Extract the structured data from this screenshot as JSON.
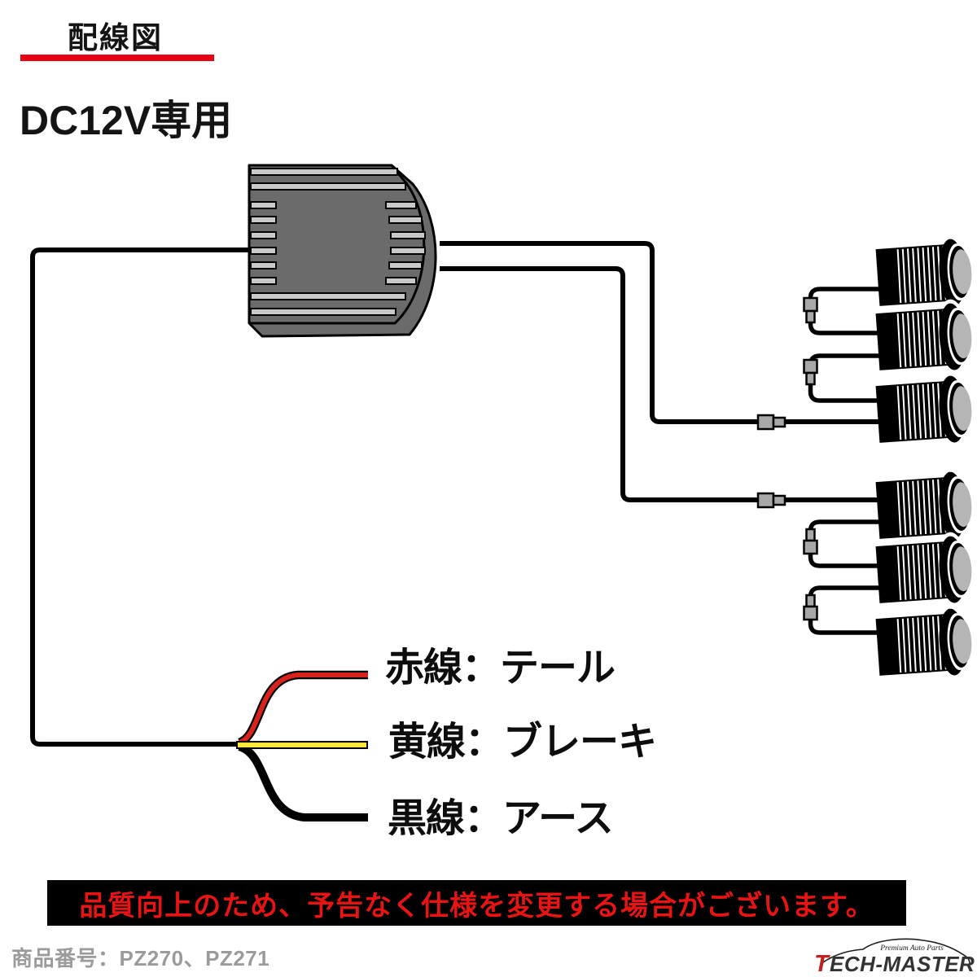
{
  "colors": {
    "accent_red": "#e60012",
    "notice_bg": "#000000",
    "notice_text": "#e81414",
    "wire_red": "#d8231d",
    "wire_yellow": "#ffe839",
    "wire_black": "#000000",
    "controller_body": "#6b6b6b",
    "controller_fins": "#c9c9c9",
    "connector_gray": "#a8a8a8",
    "bulb_lens_gray": "#b5b5b5",
    "product_number_gray": "#9b9b9b"
  },
  "header": {
    "title": "配線図",
    "voltage": "DC12V専用"
  },
  "wiring": {
    "led_bulb_count": 6,
    "bulb_groups": 2,
    "wire_labels": [
      {
        "wire": "red",
        "text": "赤線：テール"
      },
      {
        "wire": "yellow",
        "text": "黄線：ブレーキ"
      },
      {
        "wire": "black",
        "text": "黒線：アース"
      }
    ]
  },
  "notice": {
    "text": "品質向上のため、予告なく仕様を変更する場合がございます。"
  },
  "footer": {
    "product_number": "商品番号：PZ270、PZ271"
  },
  "logo": {
    "tagline": "Premium Auto Parts",
    "brand_initial": "T",
    "brand_rest": "ECH-MASTER"
  }
}
